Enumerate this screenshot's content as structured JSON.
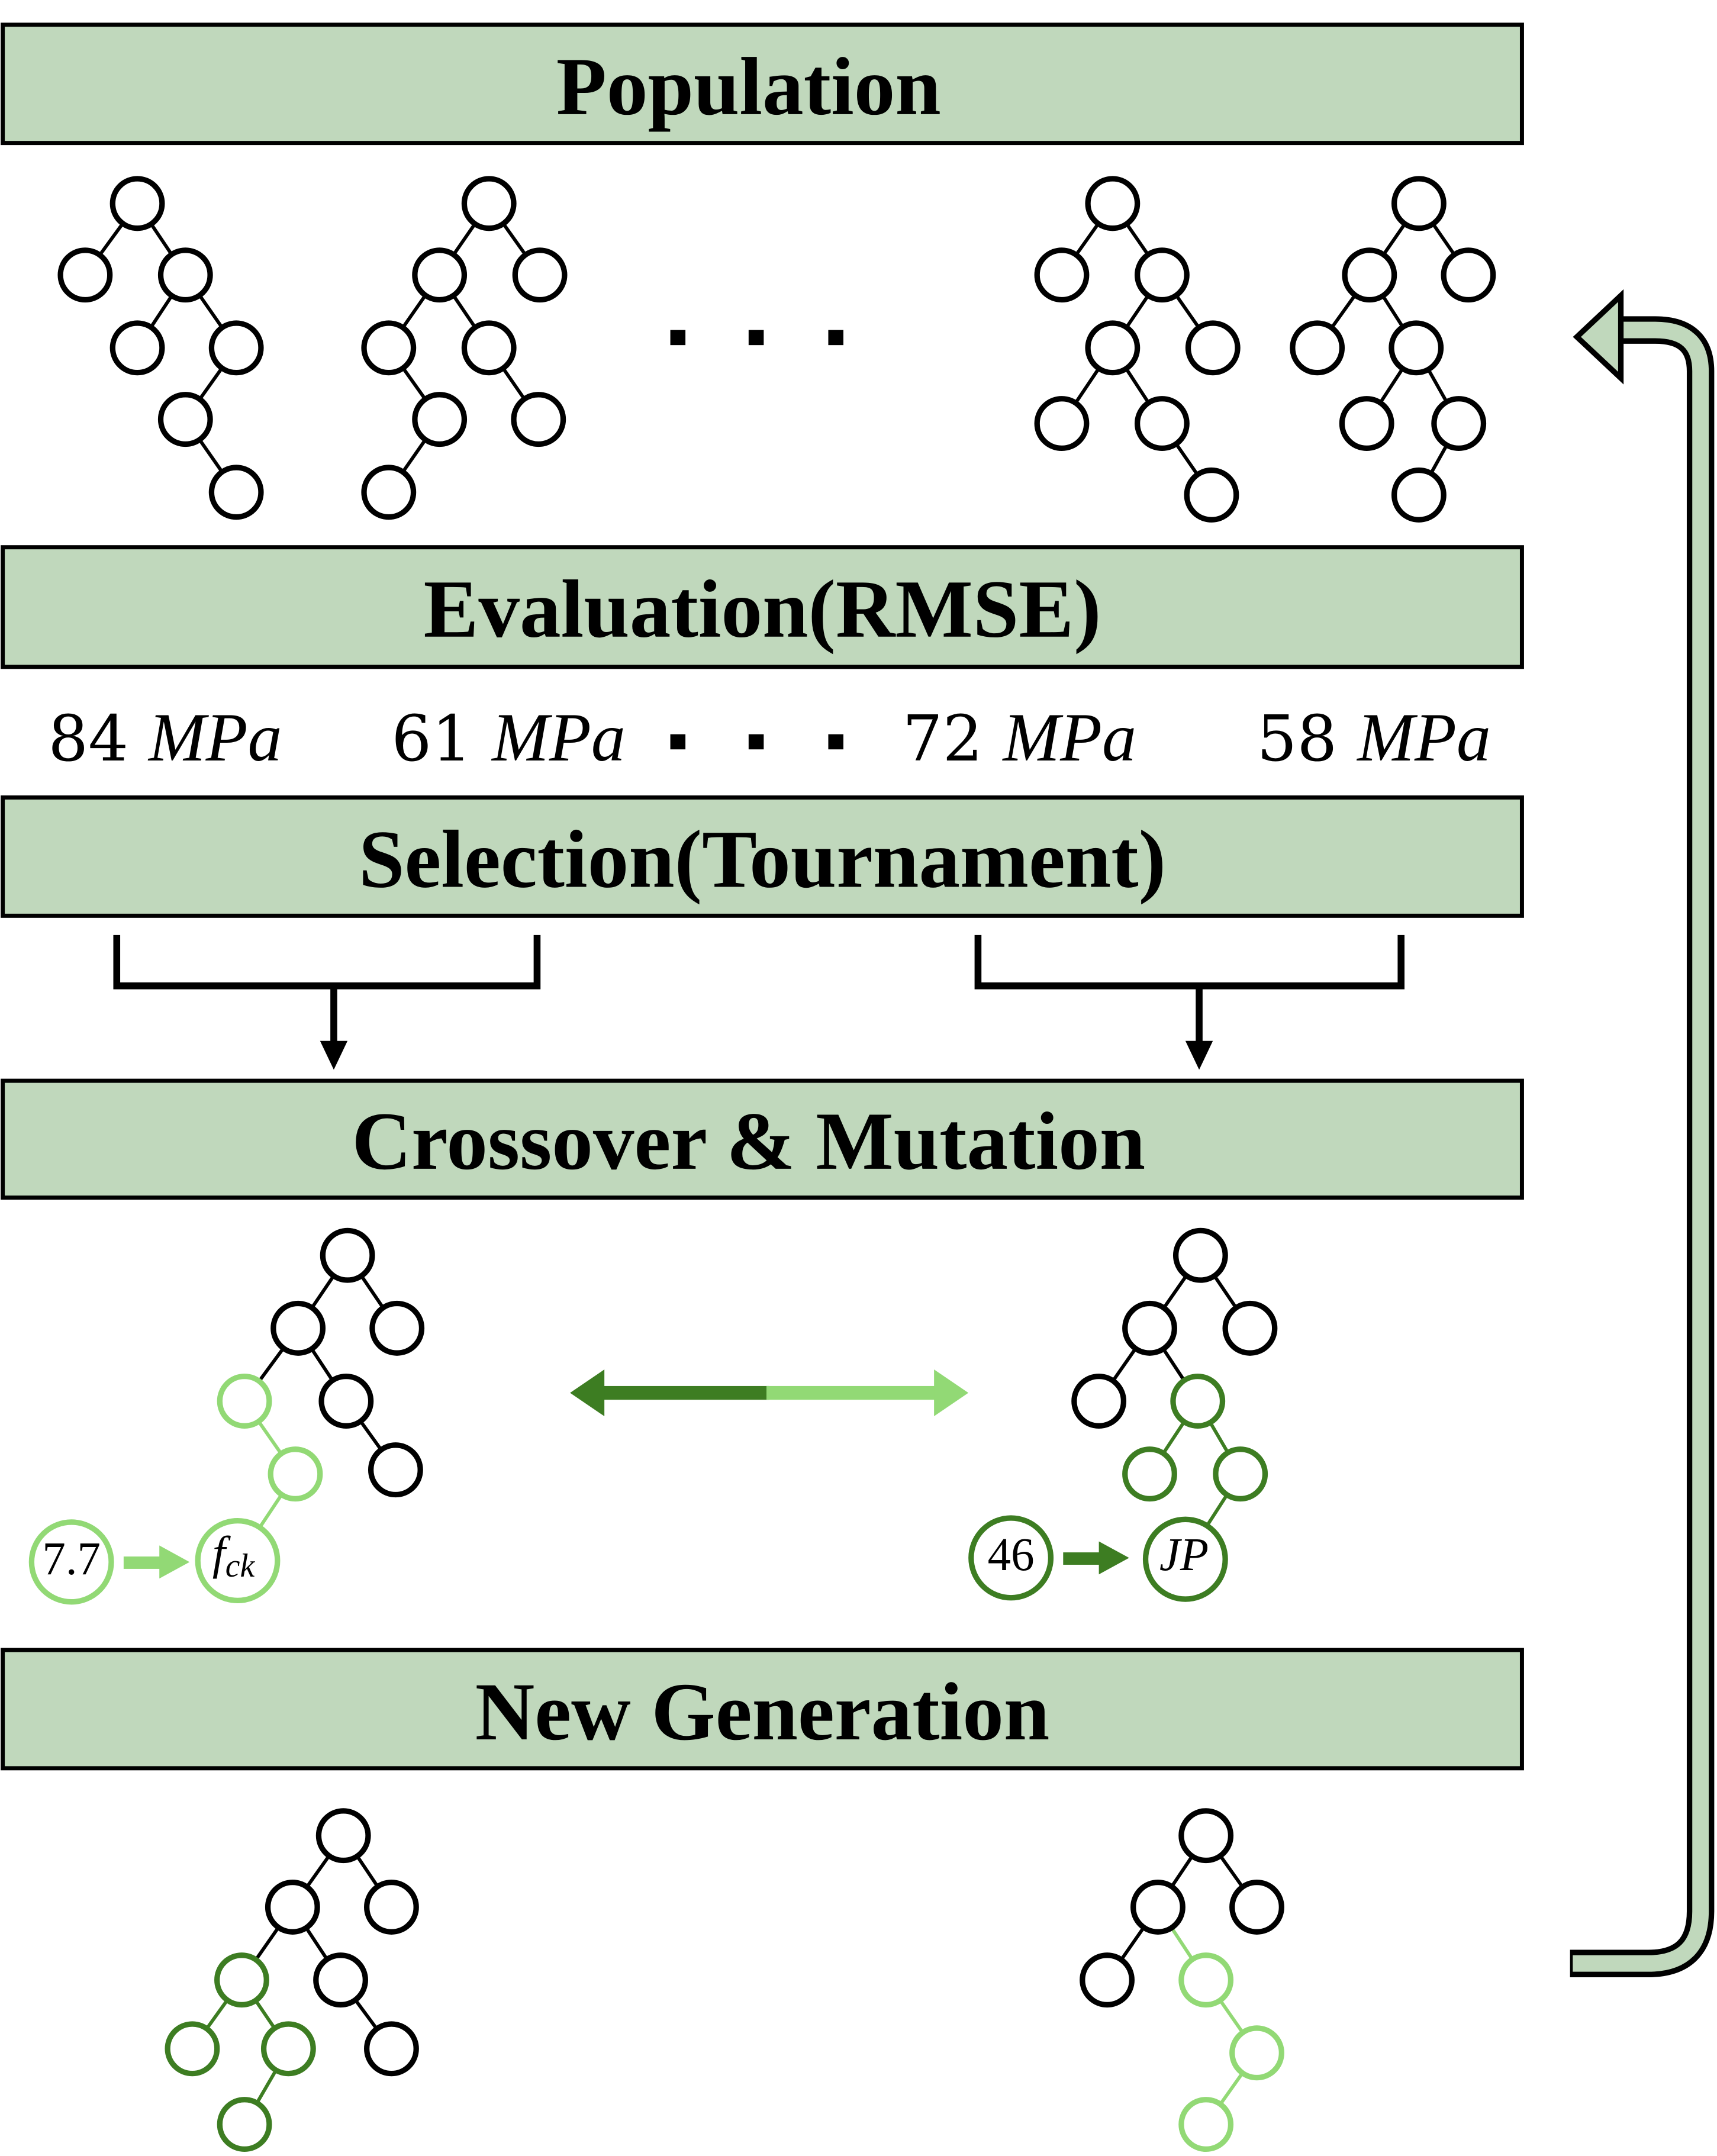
{
  "colors": {
    "box_fill": "#c0d8bc",
    "dark_green": "#3d7d22",
    "light_green": "#92d975",
    "black": "#000000"
  },
  "stages": {
    "population": "Population",
    "evaluation": "Evaluation(RMSE)",
    "selection": "Selection(Tournament)",
    "crossover": "Crossover & Mutation",
    "new_generation": "New Generation"
  },
  "fitness": [
    {
      "value": "84",
      "unit": "MPa"
    },
    {
      "value": "61",
      "unit": "MPa"
    },
    {
      "value": "72",
      "unit": "MPa"
    },
    {
      "value": "58",
      "unit": "MPa"
    }
  ],
  "mutation": {
    "left": {
      "from": "7.7",
      "to": "f",
      "to_sub": "ck"
    },
    "right": {
      "from": "46",
      "to": "JP"
    }
  }
}
